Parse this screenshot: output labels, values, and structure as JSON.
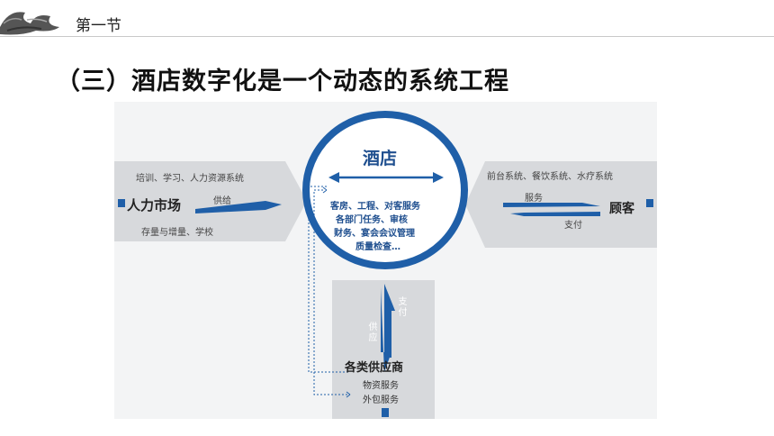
{
  "header": {
    "section": "第一节"
  },
  "title": "（三）酒店数字化是一个动态的系统工程",
  "diagram": {
    "hotel": {
      "label": "酒店",
      "services": [
        "客房、工程、对客服务",
        "各部门任务、审核",
        "财务、宴会会议管理",
        "质量检查…"
      ]
    },
    "left": {
      "top_note": "培训、学习、人力资源系统",
      "name": "人力市场",
      "arrow_label": "供给",
      "bottom_note": "存量与增量、学校"
    },
    "right": {
      "top_note": "前台系统、餐饮系统、水疗系统",
      "name": "顾客",
      "arrow_out": "服务",
      "arrow_in": "支付"
    },
    "bottom": {
      "supply": "供应",
      "pay": "支付",
      "name": "各类供应商",
      "items": [
        "物资服务",
        "外包服务"
      ]
    },
    "colors": {
      "primary_blue": "#1f5fa8",
      "panel_grey": "#d6d8db",
      "dark_grey": "#8c9096"
    }
  }
}
